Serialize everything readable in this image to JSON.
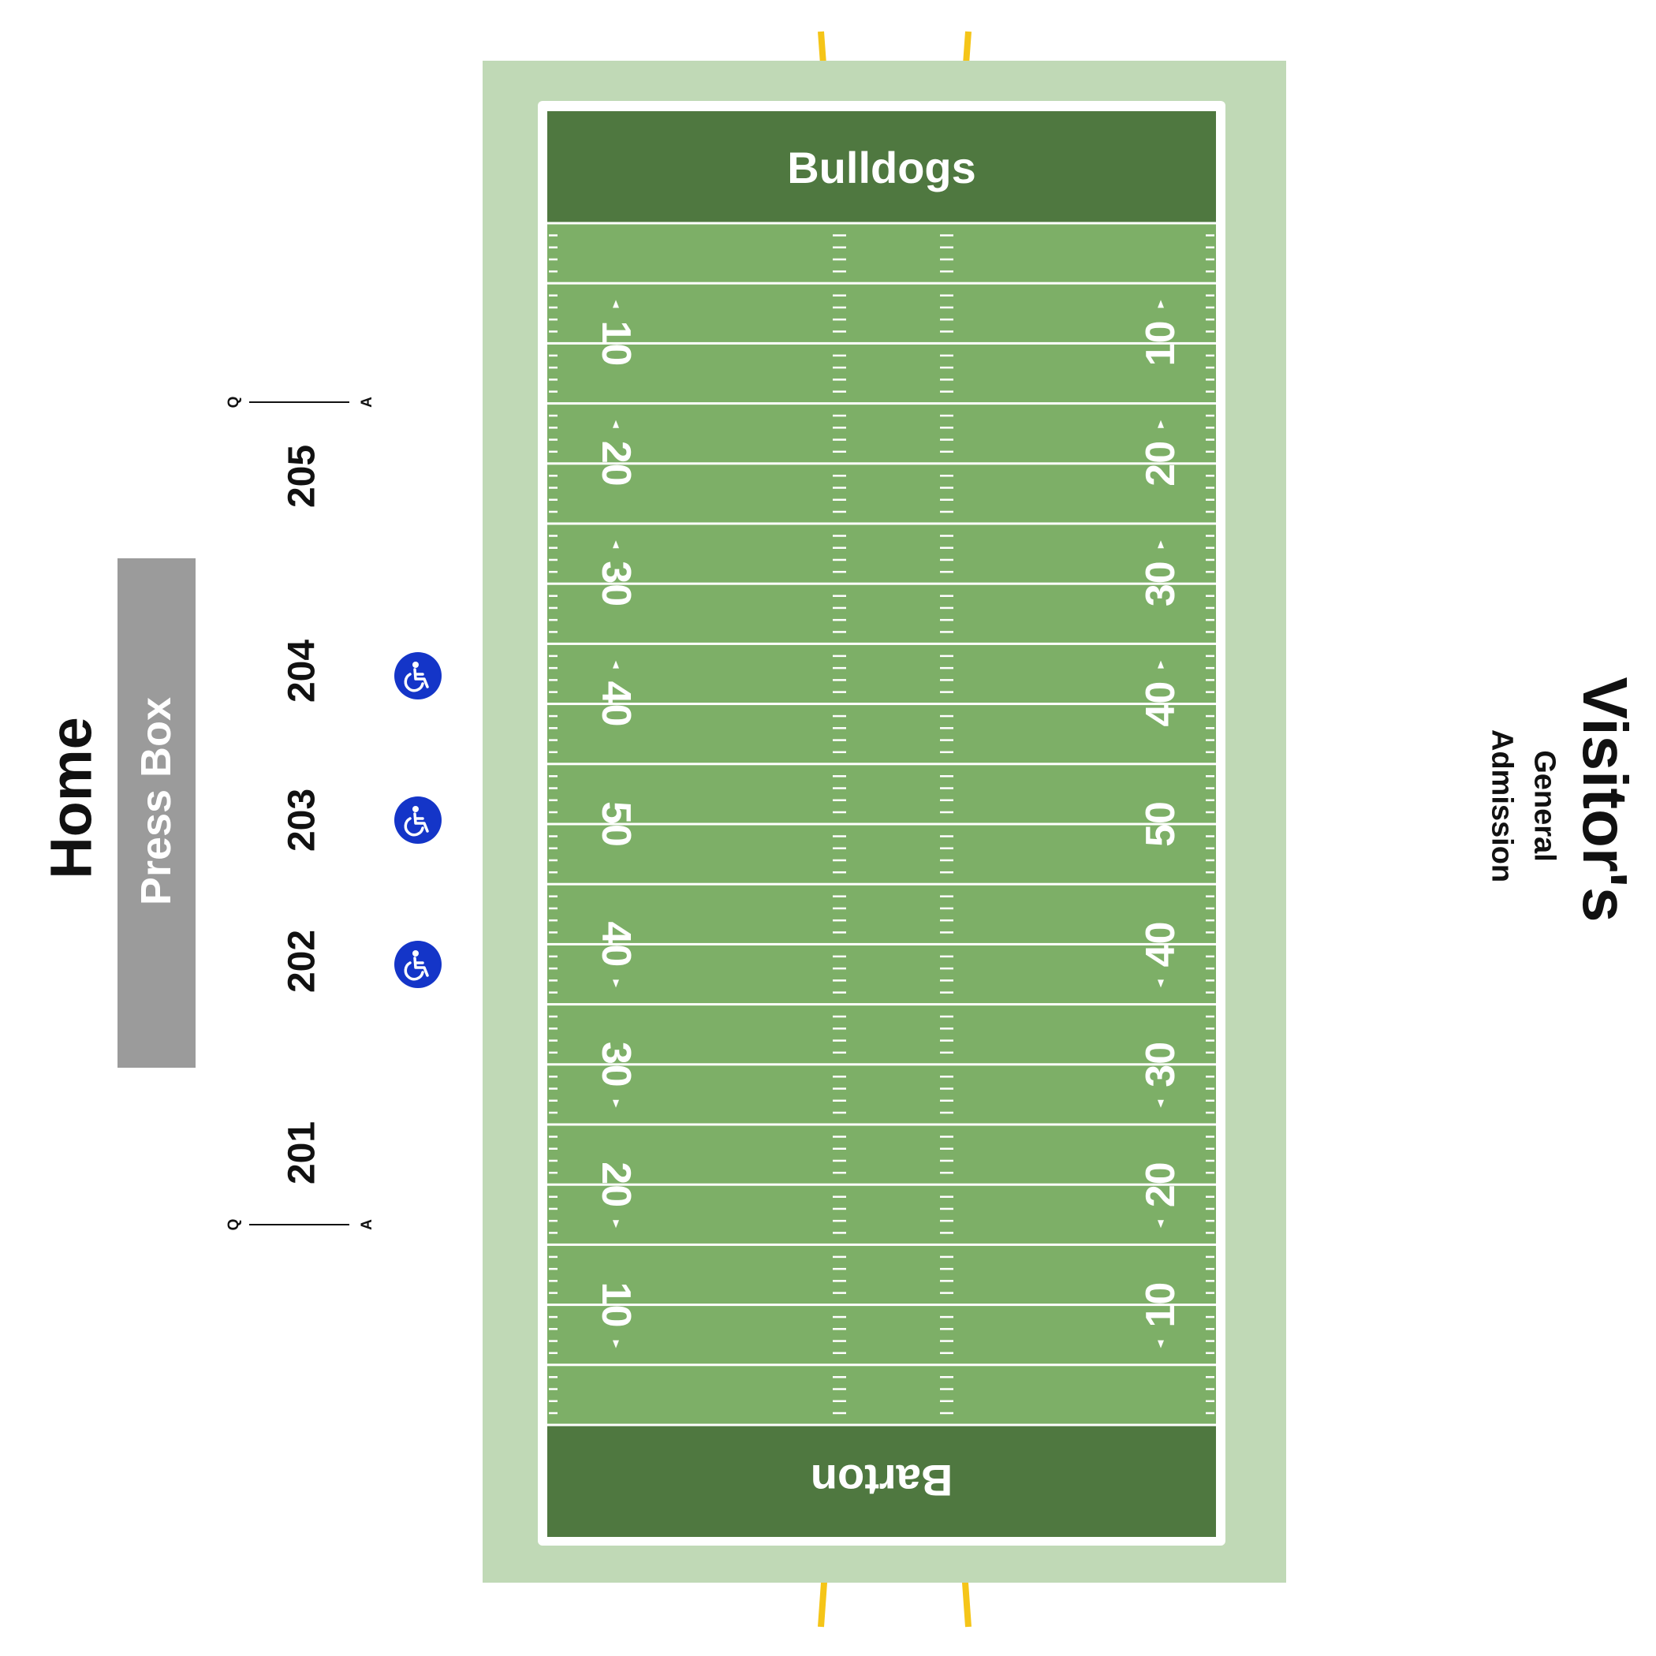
{
  "colors": {
    "apron": "#c0d9b6",
    "field": "#7daf67",
    "endzone": "#4f7840",
    "lines": "#ffffff",
    "goalpost": "#f5c518",
    "goalpost_base": "#f07a37",
    "press_box": "#9b9b9b",
    "accessibility": "#1435c8"
  },
  "endzones": {
    "top": "Bulldogs",
    "bottom": "Barton"
  },
  "yard_numbers": [
    "10",
    "20",
    "30",
    "40",
    "50",
    "40",
    "30",
    "20",
    "10"
  ],
  "home": {
    "label": "Home",
    "press_box": "Press Box",
    "sections": [
      "205",
      "204",
      "203",
      "202",
      "201"
    ],
    "row_marker_start": "Q",
    "row_marker_end": "A",
    "accessible_seating": [
      "wheelchair-icon",
      "wheelchair-icon",
      "wheelchair-icon"
    ]
  },
  "visitors": {
    "label": "Visitor's",
    "sublabel_line1": "General",
    "sublabel_line2": "Admission"
  }
}
